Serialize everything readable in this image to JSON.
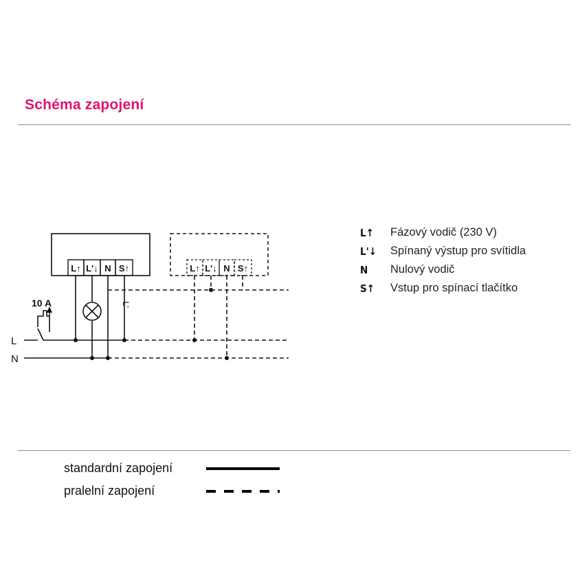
{
  "header": {
    "title": "Schéma zapojení",
    "title_color": "#e0126d"
  },
  "diagram": {
    "rating_label": "10 A",
    "supply_labels": {
      "phase": "L",
      "neutral": "N"
    },
    "lamp_wire_label": "L'",
    "main_device_terminals": [
      "L↑",
      "L'↓",
      "N",
      "S↑"
    ],
    "parallel_device_terminals": [
      "L↑",
      "L'↓",
      "N",
      "S↑"
    ]
  },
  "legend": {
    "items": [
      {
        "code": "L↑",
        "desc": "Fázový vodič (230 V)"
      },
      {
        "code": "L'↓",
        "desc": "Spínaný výstup pro svítidla"
      },
      {
        "code": "N",
        "desc": "Nulový vodič"
      },
      {
        "code": "S↑",
        "desc": "Vstup pro spínací tlačítko"
      }
    ]
  },
  "line_key": {
    "standard_label": "standardní zapojení",
    "parallel_label": "pralelní zapojení"
  },
  "colors": {
    "accent": "#e0126d",
    "rule": "#8a8a8a",
    "ink": "#111111"
  }
}
